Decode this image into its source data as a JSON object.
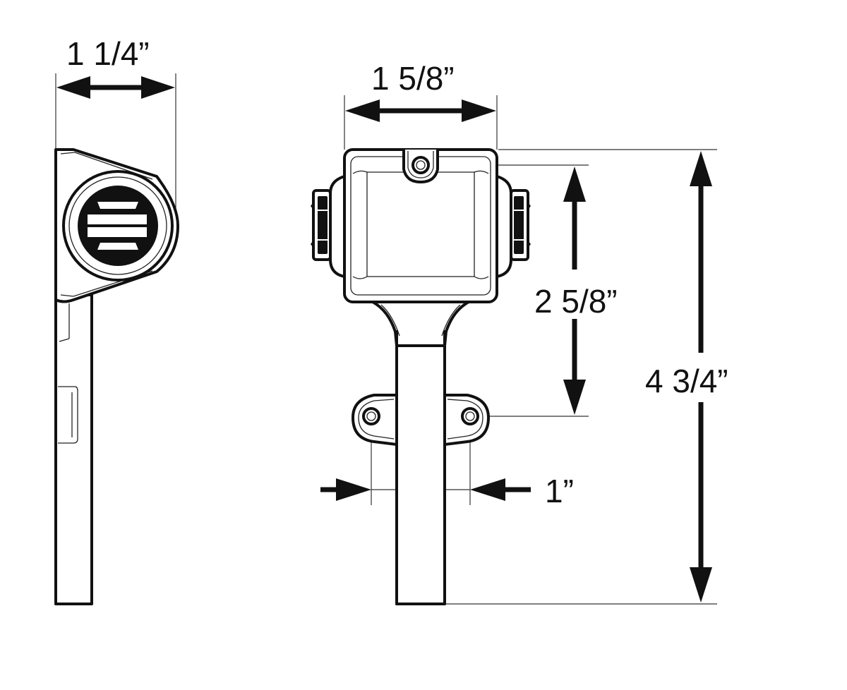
{
  "diagram": {
    "dimensions": {
      "side_width": "1 1/4”",
      "front_width": "1 5/8”",
      "mount_hole_spacing": "1”",
      "hole_to_mount": "2 5/8”",
      "overall_height": "4 3/4”"
    },
    "colors": {
      "line": "#111111",
      "background": "#ffffff"
    }
  }
}
